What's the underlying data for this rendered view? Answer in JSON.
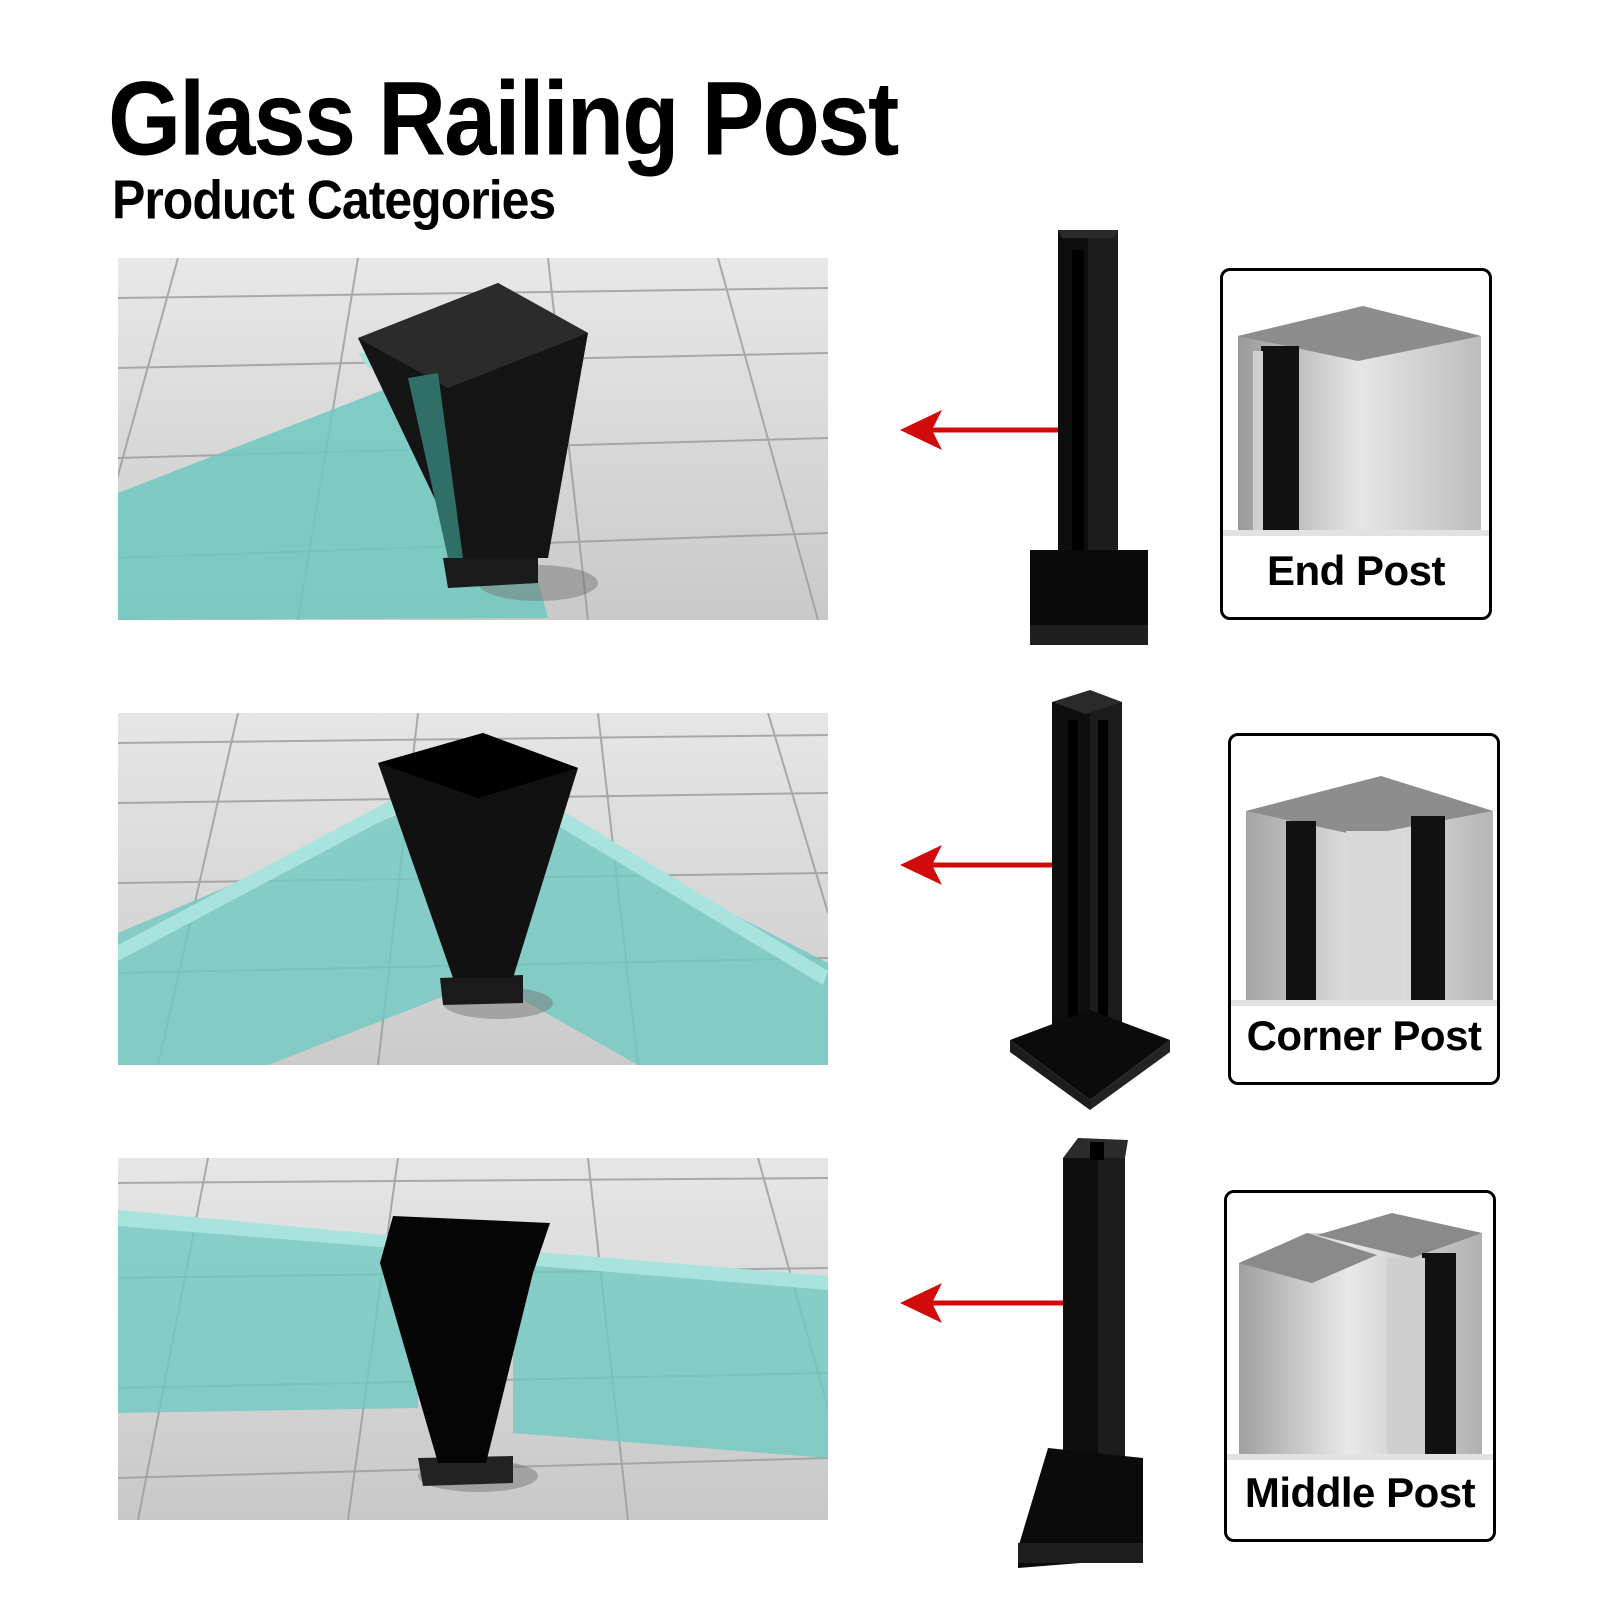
{
  "header": {
    "title": "Glass Railing Post",
    "subtitle": "Product Categories"
  },
  "rows": [
    {
      "id": "end",
      "label": "End Post",
      "scene_icon": "end-post-installation",
      "post_icon": "black-end-post",
      "profile_icon": "end-post-profile"
    },
    {
      "id": "corner",
      "label": "Corner Post",
      "scene_icon": "corner-post-installation",
      "post_icon": "black-corner-post",
      "profile_icon": "corner-post-profile"
    },
    {
      "id": "middle",
      "label": "Middle Post",
      "scene_icon": "middle-post-installation",
      "post_icon": "black-middle-post",
      "profile_icon": "middle-post-profile"
    }
  ],
  "colors": {
    "text": "#000000",
    "glass": "#6fc9c0",
    "arrow": "#d10a0a",
    "post": "#111111",
    "floor": "#dcdcdc",
    "steel": "#b9b9b9"
  }
}
